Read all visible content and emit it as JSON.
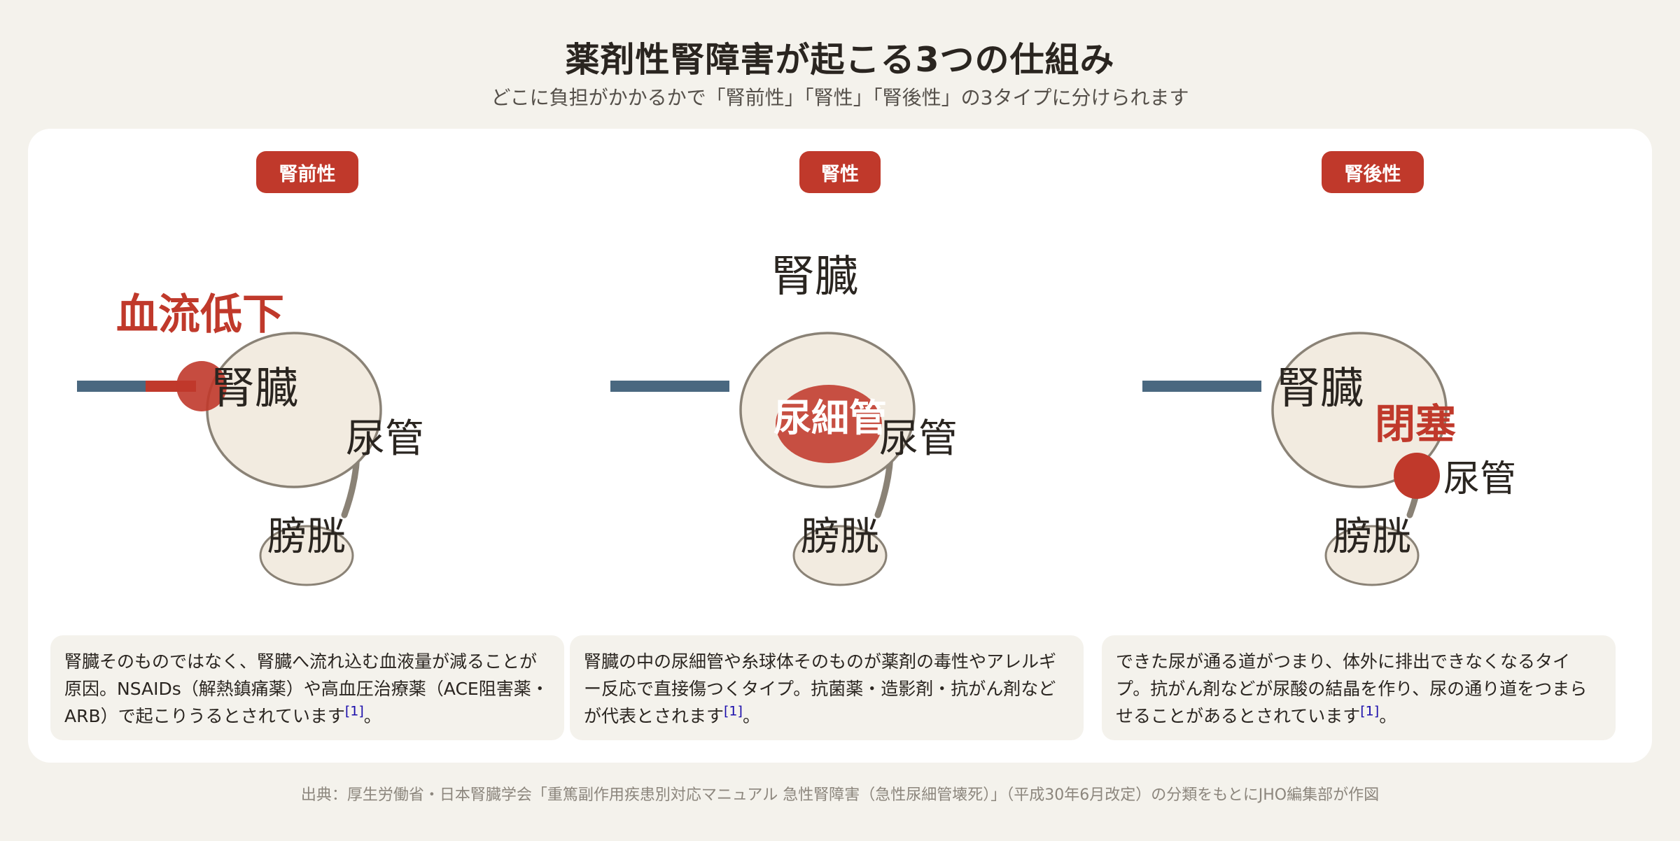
{
  "title": "薬剤性腎障害が起こる3つの仕組み",
  "subtitle": "どこに負担がかかるかで「腎前性」「腎性」「腎後性」の3タイプに分けられます",
  "colors": {
    "accent_red": "#c0392b",
    "blood_vessel": "#4a6880",
    "organ_fill": "#f2ebe0",
    "organ_stroke": "#8a8276",
    "background": "#f4f2ec"
  },
  "panels": [
    {
      "badge": "腎前性",
      "labels": {
        "kidney": "腎臓",
        "ureter": "尿管",
        "bladder": "膀胱",
        "highlight": "血流低下"
      },
      "description": "腎臓そのものではなく、腎臓へ流れ込む血液量が減ることが原因。NSAIDs（解熱鎮痛薬）や高血圧治療薬（ACE阻害薬・ARB）で起こりうるとされています",
      "citation": "[1]",
      "end": "。"
    },
    {
      "badge": "腎性",
      "labels": {
        "kidney": "腎臓",
        "ureter": "尿管",
        "bladder": "膀胱",
        "highlight": "尿細管"
      },
      "description": "腎臓の中の尿細管や糸球体そのものが薬剤の毒性やアレルギー反応で直接傷つくタイプ。抗菌薬・造影剤・抗がん剤などが代表とされます",
      "citation": "[1]",
      "end": "。"
    },
    {
      "badge": "腎後性",
      "labels": {
        "kidney": "腎臓",
        "ureter": "尿管",
        "bladder": "膀胱",
        "highlight": "閉塞"
      },
      "description": "できた尿が通る道がつまり、体外に排出できなくなるタイプ。抗がん剤などが尿酸の結晶を作り、尿の通り道をつまらせることがあるとされています",
      "citation": "[1]",
      "end": "。"
    }
  ],
  "source": "出典：厚生労働省・日本腎臓学会「重篤副作用疾患別対応マニュアル 急性腎障害（急性尿細管壊死）」（平成30年6月改定）の分類をもとにJHO編集部が作図"
}
